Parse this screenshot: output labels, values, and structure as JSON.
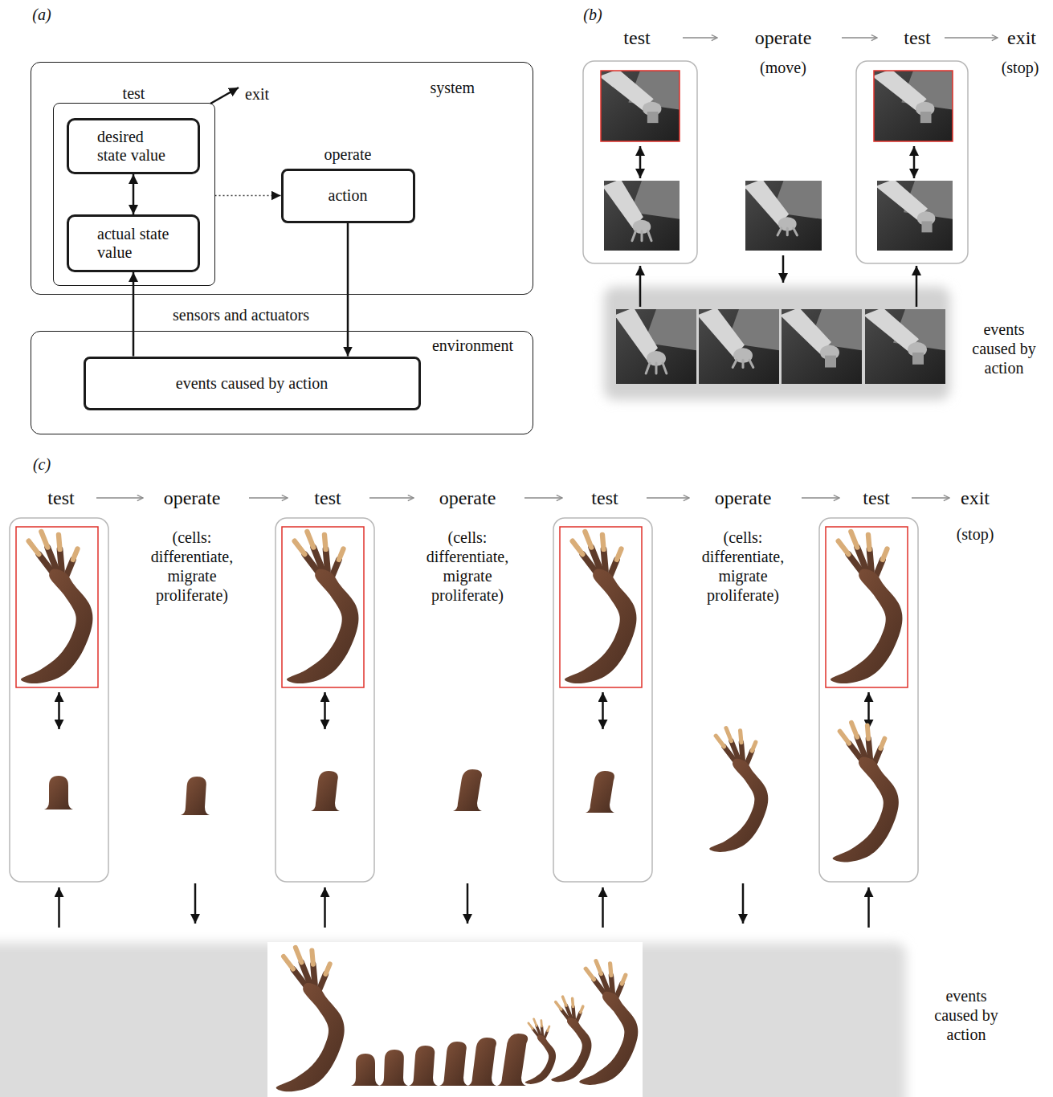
{
  "diagram": {
    "nodes": [
      {
        "text": [
          "system"
        ]
      },
      {
        "text": [
          "test"
        ],
        "in": 0
      },
      {
        "text": [
          "desired state value"
        ],
        "in": 1
      },
      {
        "text": [
          "actual state value"
        ],
        "in": 1
      },
      {
        "text": [
          "operate",
          "action"
        ],
        "in": 0
      },
      {
        "text": [
          "environment"
        ]
      },
      {
        "text": [
          "events caused by action"
        ],
        "in": 5
      }
    ],
    "edges": [
      {
        "from": 2,
        "to": 3,
        "arrow": "both"
      },
      {
        "from": 1,
        "to": 4,
        "arrow": "to"
      },
      {
        "from": 4,
        "to": 6,
        "arrow": "to"
      },
      {
        "from": 6,
        "to": 3,
        "arrow": "to"
      }
    ],
    "labels": [
      "(a)",
      "exit",
      "sensors and actuators",
      "(b)",
      "test",
      "operate",
      "test",
      "exit",
      "(move)",
      "(stop)",
      "events caused by action",
      "(c)",
      "test",
      "operate",
      "test",
      "operate",
      "test",
      "operate",
      "test",
      "exit",
      "(cells: differentiate, migrate proliferate)",
      "(cells: differentiate, migrate proliferate)",
      "(cells: differentiate, migrate proliferate)",
      "(stop)",
      "events caused by action"
    ]
  }
}
